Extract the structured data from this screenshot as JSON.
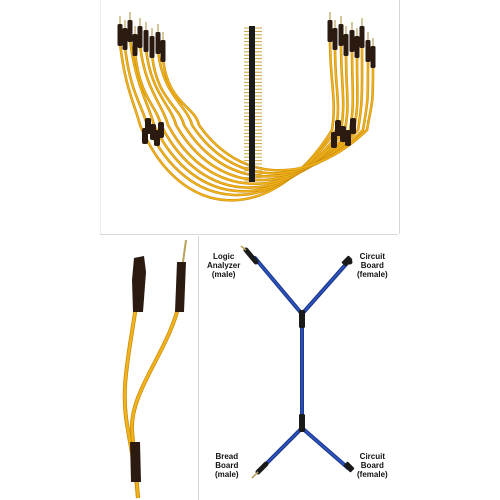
{
  "colors": {
    "wire_yellow": "#f0b21a",
    "wire_dark": "#c8890b",
    "sleeve": "#2a1a10",
    "pin": "#b8a15a",
    "header_pin": "#c9a640",
    "y_cable": "#1e3a8a",
    "y_cable_light": "#2f56c8"
  },
  "panels": {
    "top": {
      "icons": [
        "jumper-wire-bundle-icon",
        "pin-header-strip-icon"
      ]
    },
    "bottom_left": {
      "icons": [
        "twisted-wire-pair-icon"
      ]
    },
    "bottom_right": {
      "icons": [
        "y-cable-icon"
      ],
      "labels": {
        "top_left": "Logic\nAnalyzer\n(male)",
        "top_right": "Circuit\nBoard\n(female)",
        "bottom_left": "Bread\nBoard\n(male)",
        "bottom_right": "Circuit\nBoard\n(female)"
      }
    }
  }
}
